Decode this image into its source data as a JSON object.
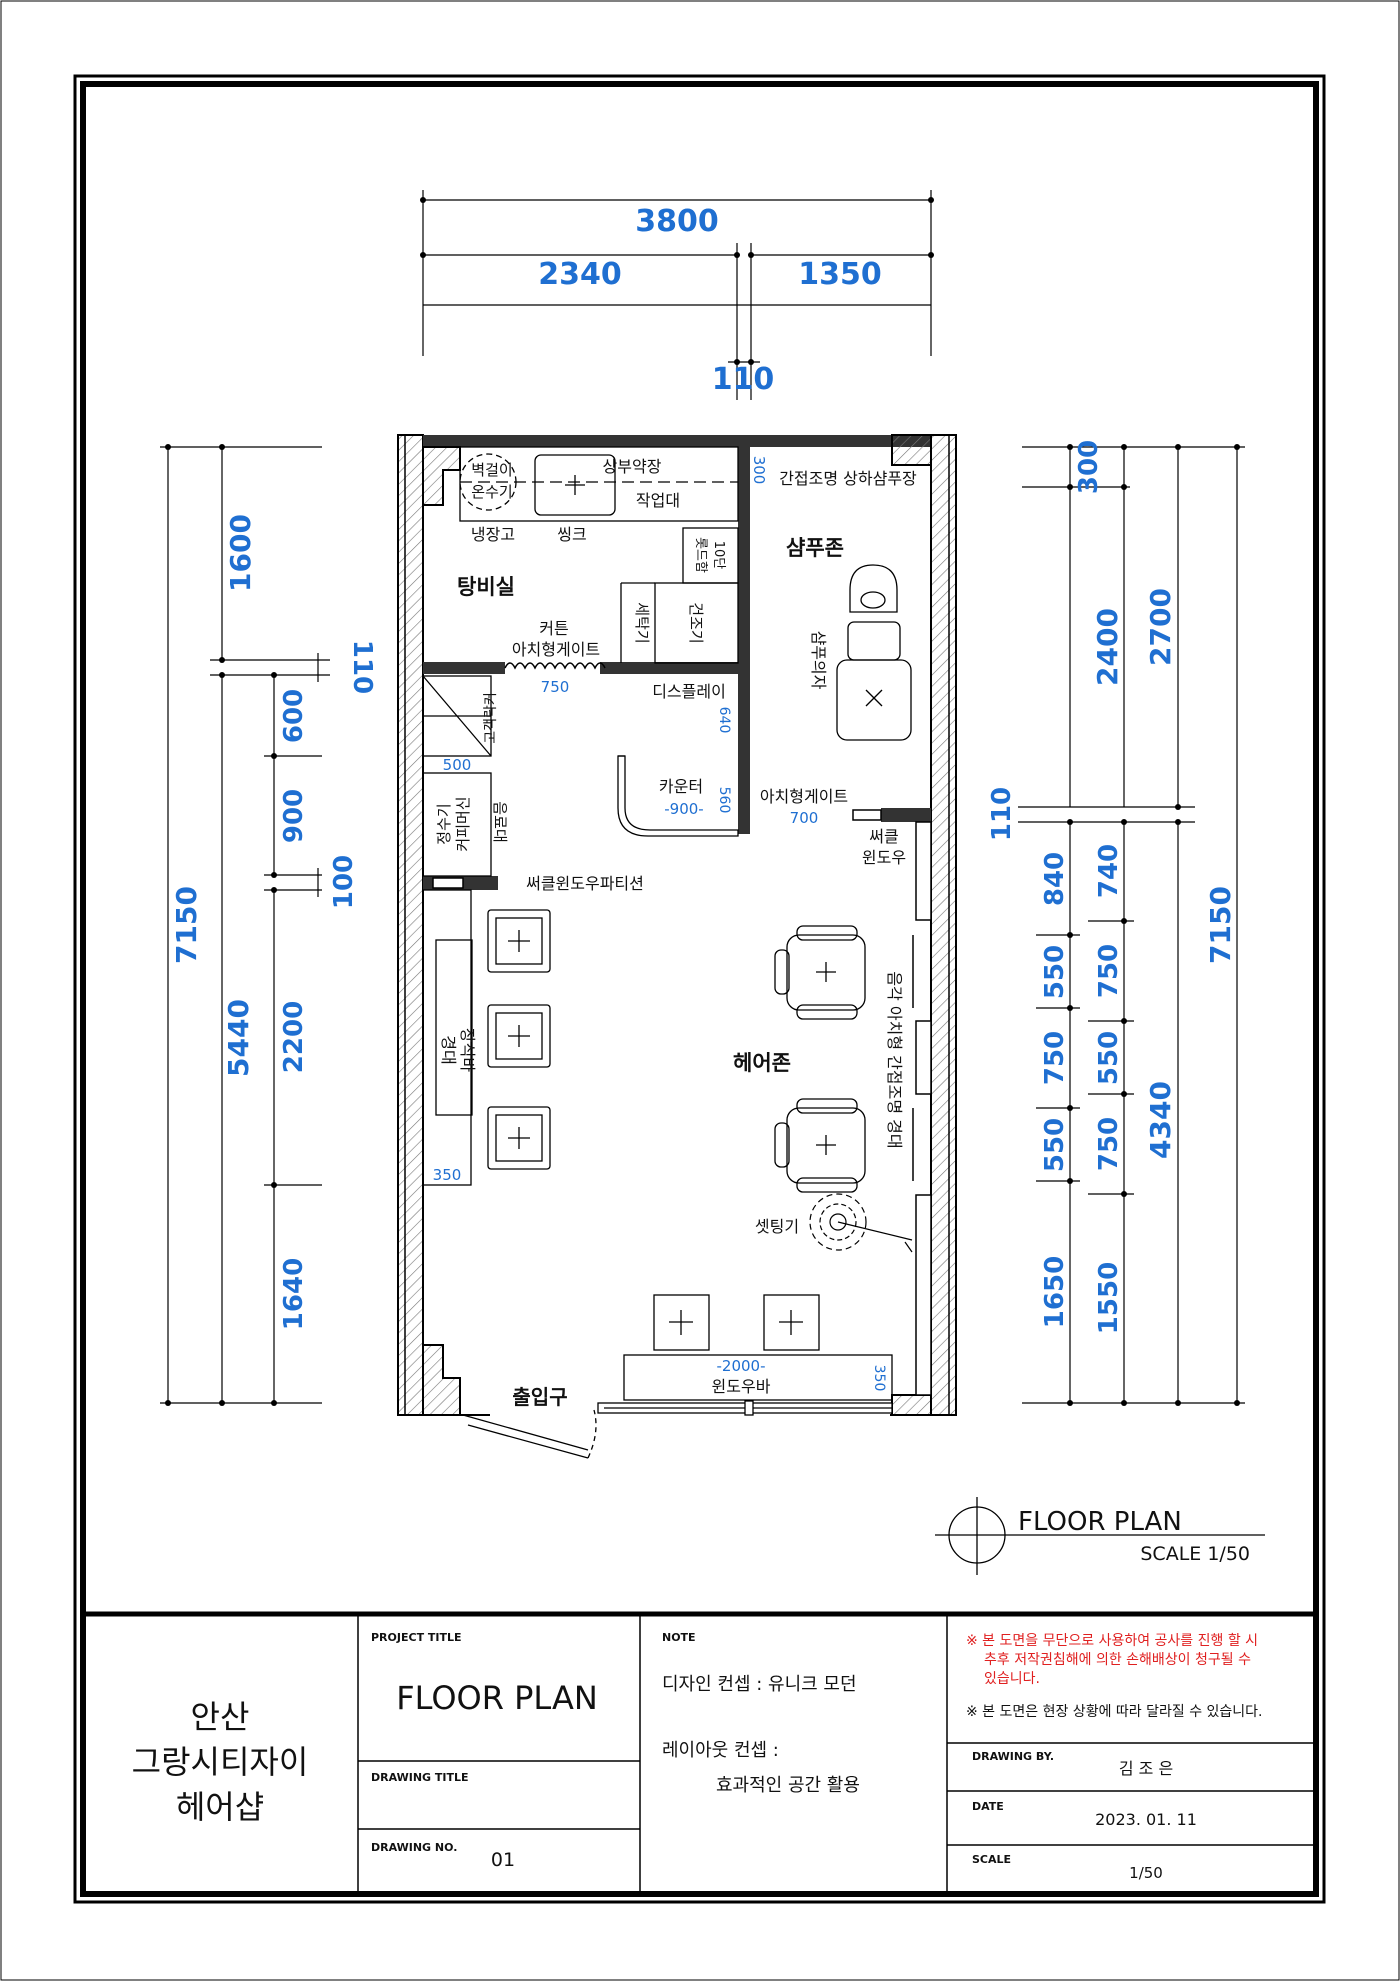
{
  "dims_top": {
    "total": "3800",
    "left": "2340",
    "right": "1350",
    "gap": "110"
  },
  "dims_left": {
    "outer_total": "7150",
    "seg_top": "1600",
    "seg_gap": "110",
    "inner_total": "5440",
    "i1": "600",
    "i2": "900",
    "i3": "100",
    "i4": "2200",
    "i5": "1640"
  },
  "dims_right": {
    "outer_total": "7150",
    "r_300": "300",
    "r_2400": "2400",
    "r_2700": "2700",
    "r_110": "110",
    "r_840": "840",
    "r_550a": "550",
    "r_750a": "750",
    "r_550b": "550",
    "r_1650": "1650",
    "r_740": "740",
    "r_750b": "750",
    "r_550c": "550",
    "r_750c": "750",
    "r_1550": "1550",
    "r_4340": "4340"
  },
  "inner_dims": {
    "d750": "750",
    "d640": "640",
    "d500": "500",
    "d560": "560",
    "d900": "-900-",
    "d700": "700",
    "d350a": "350",
    "d300": "300",
    "d2000": "-2000-",
    "d350b": "350"
  },
  "zones": {
    "pantry": "탕비실",
    "shampoo": "샴푸존",
    "hair": "헤어존",
    "entrance": "출입구"
  },
  "labels": {
    "wall_heater": [
      "벽걸이",
      "온수기"
    ],
    "upper_cabinet": "상부약장",
    "worktable": "작업대",
    "fridge": "냉장고",
    "sink": "씽크",
    "indirect_light": "간접조명 상하샴푸장",
    "towel_cabinet": [
      "10단",
      "롯드함"
    ],
    "dryer": "건조기",
    "washer": "세탁기",
    "curtain": "커튼",
    "arch_gate1": "아치형게이트",
    "display": "디스플레이",
    "customer_locker": "고객락커",
    "counter": "카운터",
    "arch_gate2": "아치형게이트",
    "circle_window": [
      "써클",
      "윈도우"
    ],
    "water_coffee": [
      "정수기",
      "커피머신"
    ],
    "beverage": "음료대",
    "partition": "써클윈도우파티션",
    "mirror_deco": [
      "경대",
      "장식바"
    ],
    "mirror_right": "음각 아치형 간접조명 경대",
    "shampoo_chair": "샴푸의자",
    "setting": "셋팅기",
    "window_bar": "윈도우바"
  },
  "legend": {
    "title": "FLOOR PLAN",
    "scale": "SCALE 1/50"
  },
  "titleblock": {
    "client": [
      "안산",
      "그랑시티자이",
      "헤어샵"
    ],
    "project_title_label": "PROJECT TITLE",
    "project_title": "FLOOR PLAN",
    "drawing_title_label": "DRAWING TITLE",
    "drawing_no_label": "DRAWING NO.",
    "drawing_no": "01",
    "note_label": "NOTE",
    "note_design": "디자인 컨셉 : 유니크 모던",
    "note_layout": "레이아웃 컨셉 :",
    "note_layout2": "효과적인 공간 활용",
    "warn1": [
      "※ 본 도면을 무단으로 사용하여 공사를 진행 할 시",
      "추후 저작권침해에 의한 손해배상이 청구될 수",
      "있습니다."
    ],
    "warn2": "※ 본 도면은 현장 상황에 따라 달라질 수 있습니다.",
    "drawing_by_label": "DRAWING BY.",
    "drawing_by": "김 조 은",
    "date_label": "DATE",
    "date": "2023. 01. 11",
    "scale_label": "SCALE",
    "scale": "1/50"
  }
}
